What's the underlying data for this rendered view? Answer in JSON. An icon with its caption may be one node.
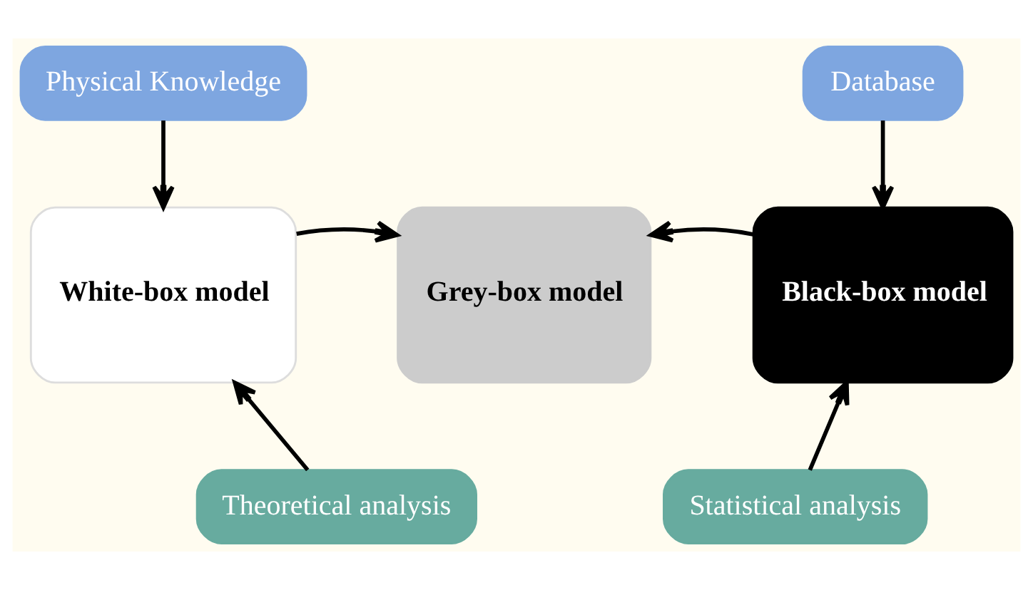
{
  "diagram": {
    "nodes": [
      {
        "text": [
          "Physical Knowledge"
        ]
      },
      {
        "text": [
          "Database"
        ]
      },
      {
        "text": [
          "White-box model"
        ]
      },
      {
        "text": [
          "Grey-box model"
        ]
      },
      {
        "text": [
          "Black-box model"
        ]
      },
      {
        "text": [
          "Theoretical analysis"
        ]
      },
      {
        "text": [
          "Statistical analysis"
        ]
      }
    ],
    "edges": [
      {
        "from": 0,
        "to": 2,
        "arrow": "to"
      },
      {
        "from": 1,
        "to": 4,
        "arrow": "to"
      },
      {
        "from": 2,
        "to": 3,
        "arrow": "to"
      },
      {
        "from": 4,
        "to": 3,
        "arrow": "to"
      },
      {
        "from": 5,
        "to": 2,
        "arrow": "to"
      },
      {
        "from": 6,
        "to": 4,
        "arrow": "to"
      }
    ]
  }
}
